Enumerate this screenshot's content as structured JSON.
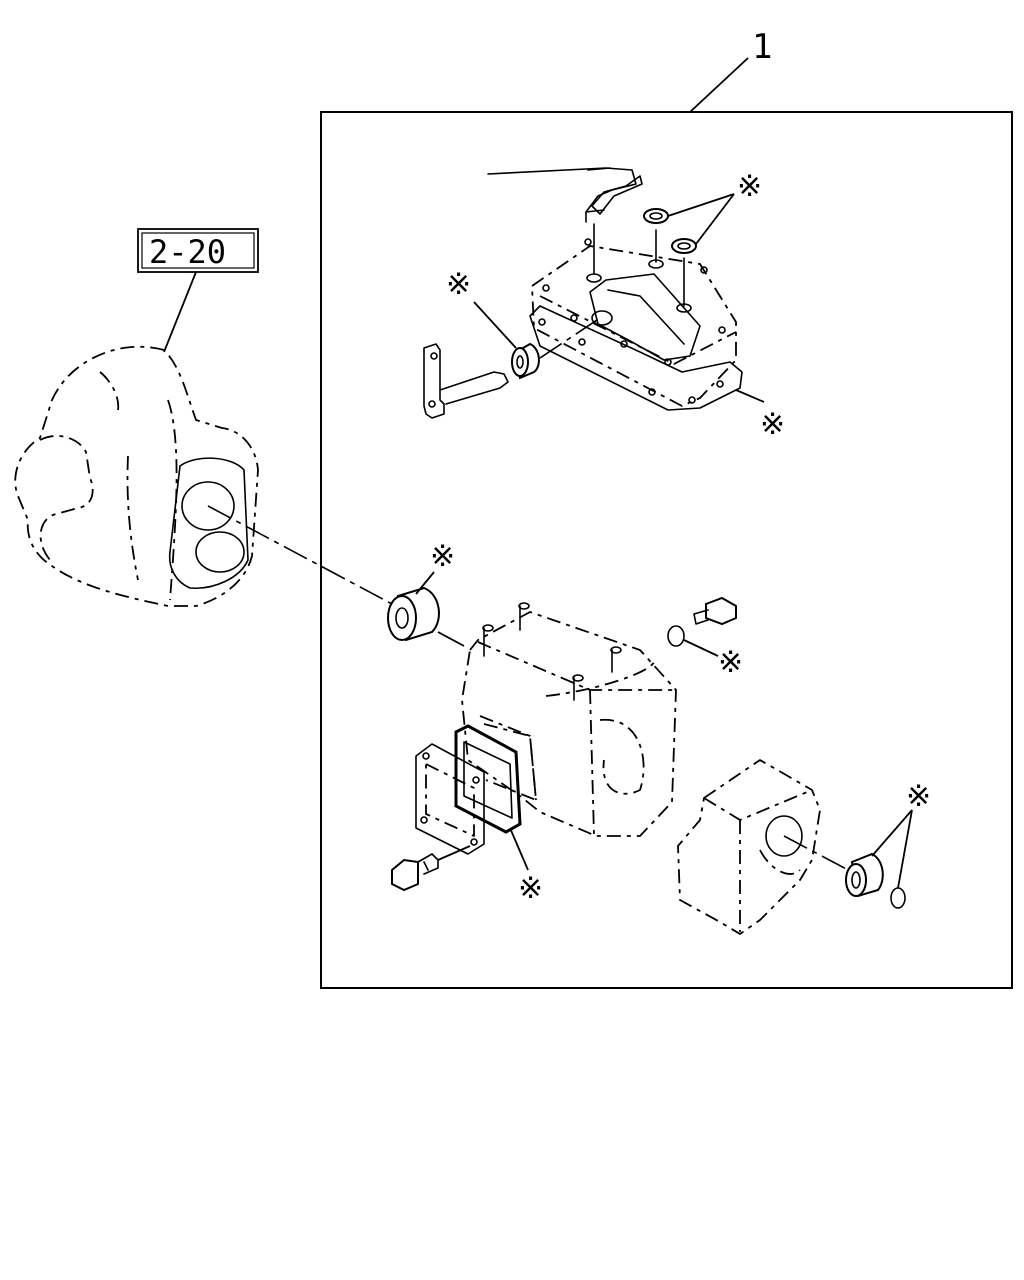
{
  "diagram": {
    "assembly_callout": "1",
    "reference_callout": "2-20",
    "kit_marker": "※",
    "kit_marker_count": 7
  }
}
